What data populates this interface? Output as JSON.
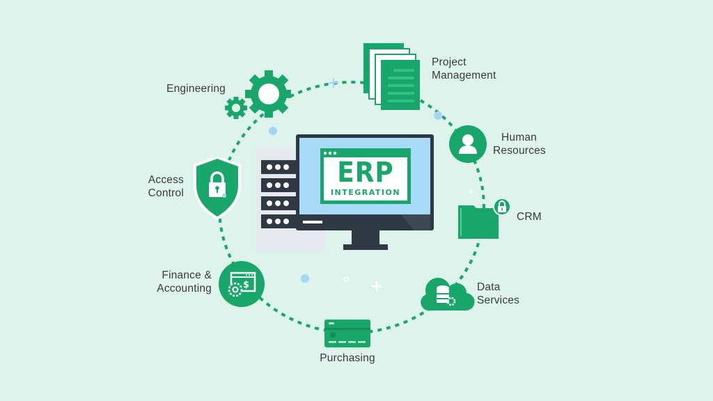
{
  "colors": {
    "background": "#def3ec",
    "accent_green": "#18a66b",
    "monitor_frame": "#2f3944",
    "screen_blue": "#a9dbf8",
    "server_panel": "#e6e9ee",
    "dot_blue": "#a6d6f6",
    "text": "#3a3a3a"
  },
  "center": {
    "title": "ERP",
    "subtitle": "INTEGRATION"
  },
  "nodes": [
    {
      "id": "engineering",
      "label_line1": "Engineering",
      "label_line2": "",
      "icon": "gears-icon"
    },
    {
      "id": "project-management",
      "label_line1": "Project",
      "label_line2": "Management",
      "icon": "documents-icon"
    },
    {
      "id": "human-resources",
      "label_line1": "Human",
      "label_line2": "Resources",
      "icon": "user-icon"
    },
    {
      "id": "crm",
      "label_line1": "CRM",
      "label_line2": "",
      "icon": "locked-folder-icon"
    },
    {
      "id": "data-services",
      "label_line1": "Data",
      "label_line2": "Services",
      "icon": "cloud-database-icon"
    },
    {
      "id": "purchasing",
      "label_line1": "Purchasing",
      "label_line2": "",
      "icon": "credit-card-icon"
    },
    {
      "id": "finance-accounting",
      "label_line1": "Finance &",
      "label_line2": "Accounting",
      "icon": "finance-window-icon"
    },
    {
      "id": "access-control",
      "label_line1": "Access",
      "label_line2": "Control",
      "icon": "shield-lock-icon"
    }
  ]
}
